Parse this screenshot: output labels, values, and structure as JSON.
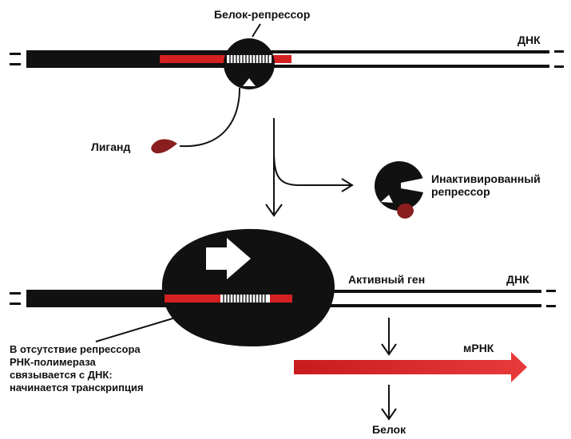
{
  "labels": {
    "repressor_protein": "Белок-репрессор",
    "dna_top": "ДНК",
    "ligand": "Лиганд",
    "inactivated_repressor": "Инактивированный\nрепрессор",
    "active_gene": "Активный ген",
    "dna_bottom": "ДНК",
    "note": "В отсутствие репрессора\nРНК-полимераза\nсвязывается с ДНК:\nначинается транскрипция",
    "mrna": "мРНК",
    "protein": "Белок"
  },
  "colors": {
    "ink": "#111111",
    "operator_red": "#d42020",
    "mrna_red": "#e02a2a",
    "ligand_red": "#b02020",
    "paper": "#ffffff"
  },
  "icons": {
    "polymerase_direction": "arrow-right-icon"
  }
}
